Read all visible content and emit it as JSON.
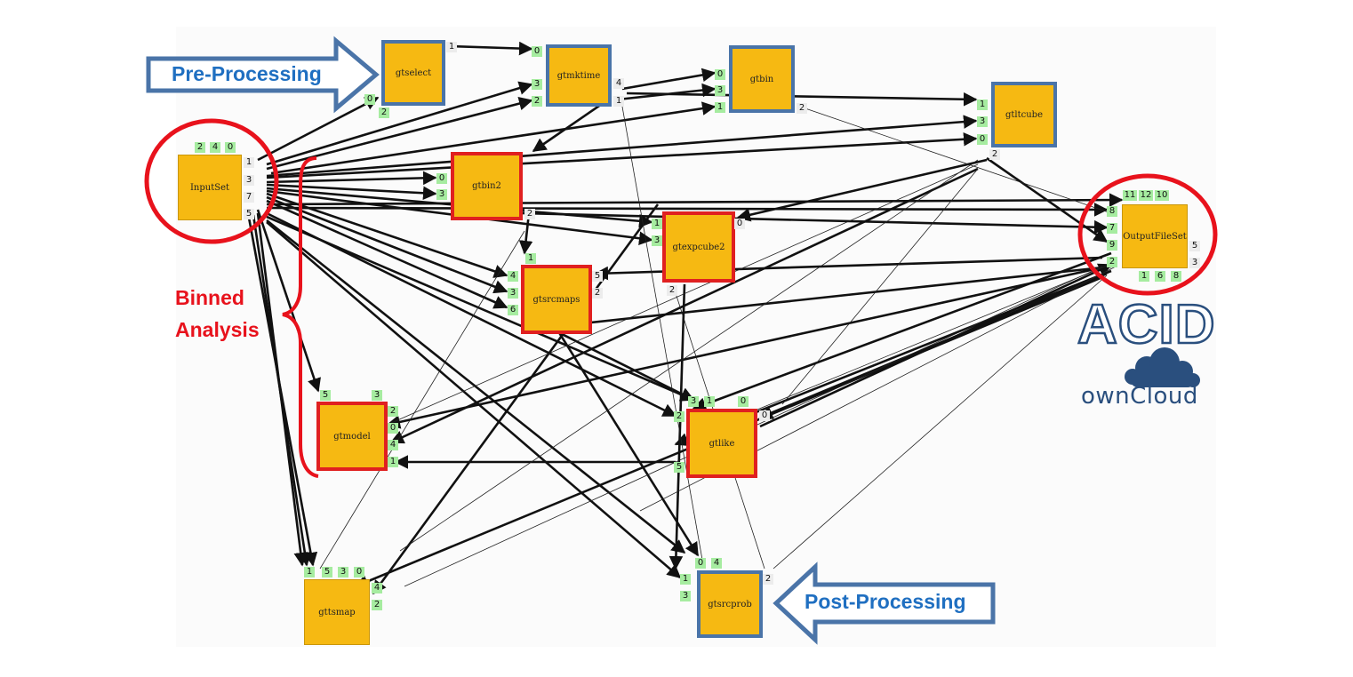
{
  "diagram": {
    "callouts": {
      "pre_processing": "Pre-Processing",
      "post_processing": "Post-Processing",
      "binned_line1": "Binned",
      "binned_line2": "Analysis"
    },
    "branding": {
      "acid": "ACID",
      "owncloud": "ownCloud"
    },
    "colors": {
      "node_fill": "#f6b912",
      "blue_outline": "#4a74a8",
      "red_outline": "#e02020",
      "port_green": "#a6eca0",
      "callout_blue": "#1f6fc1",
      "label_red": "#e8121c",
      "logo_blue": "#2a4f7e"
    },
    "nodes": [
      {
        "id": "gtselect",
        "label": "gtselect",
        "outline": "blue",
        "in_ports": [
          "0",
          "2"
        ],
        "out_ports": [
          "1"
        ]
      },
      {
        "id": "gtmktime",
        "label": "gtmktime",
        "outline": "blue",
        "in_ports": [
          "0",
          "3",
          "2"
        ],
        "out_ports": [
          "4",
          "1"
        ]
      },
      {
        "id": "gtbin",
        "label": "gtbin",
        "outline": "blue",
        "in_ports": [
          "0",
          "3",
          "1"
        ],
        "out_ports": [
          "2"
        ]
      },
      {
        "id": "gtltcube",
        "label": "gtltcube",
        "outline": "blue",
        "in_ports": [
          "1",
          "3",
          "0"
        ],
        "out_ports": [
          "2"
        ]
      },
      {
        "id": "InputSet",
        "label": "InputSet",
        "outline": "plain",
        "in_ports": [
          "2",
          "4",
          "0"
        ],
        "out_ports": [
          "1",
          "3",
          "7",
          "5"
        ]
      },
      {
        "id": "gtbin2",
        "label": "gtbin2",
        "outline": "red",
        "in_ports": [
          "0",
          "3"
        ],
        "out_ports": [
          "2"
        ]
      },
      {
        "id": "gtexpcube2",
        "label": "gtexpcube2",
        "outline": "red",
        "in_ports": [
          "1",
          "3"
        ],
        "out_ports": [
          "0",
          "2"
        ]
      },
      {
        "id": "OutputFileSet",
        "label": "OutputFileSet",
        "outline": "plain",
        "in_ports": [
          "11",
          "12",
          "10",
          "8",
          "7",
          "9",
          "2",
          "1",
          "6",
          "8"
        ],
        "out_ports": [
          "5",
          "3"
        ]
      },
      {
        "id": "gtsrcmaps",
        "label": "gtsrcmaps",
        "outline": "red",
        "in_ports": [
          "1",
          "4",
          "3",
          "6"
        ],
        "out_ports": [
          "5",
          "2"
        ]
      },
      {
        "id": "gtmodel",
        "label": "gtmodel",
        "outline": "red",
        "in_ports": [
          "5",
          "3",
          "2",
          "0",
          "4",
          "1"
        ],
        "out_ports": []
      },
      {
        "id": "gtlike",
        "label": "gtlike",
        "outline": "red",
        "in_ports": [
          "3",
          "1",
          "0",
          "2",
          "5"
        ],
        "out_ports": [
          "0"
        ]
      },
      {
        "id": "gttsmap",
        "label": "gttsmap",
        "outline": "plain",
        "in_ports": [
          "1",
          "5",
          "3",
          "0",
          "4",
          "2"
        ],
        "out_ports": []
      },
      {
        "id": "gtsrcprob",
        "label": "gtsrcprob",
        "outline": "blue",
        "in_ports": [
          "0",
          "4",
          "1",
          "3"
        ],
        "out_ports": [
          "2"
        ]
      }
    ]
  }
}
